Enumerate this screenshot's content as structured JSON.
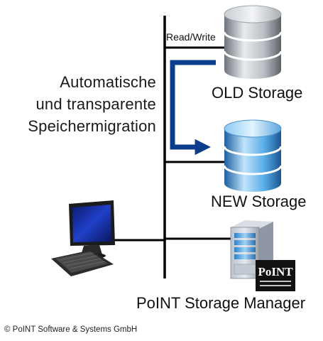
{
  "diagram": {
    "caption_lines": [
      "Automatische",
      "und transparente",
      "Speichermigration"
    ],
    "read_write_label": "Read/Write",
    "old_storage_label": "OLD Storage",
    "new_storage_label": "NEW Storage",
    "manager_label": "PoINT Storage Manager",
    "copyright": "© PoINT Software & Systems GmbH",
    "logo_text": "PoINT"
  },
  "colors": {
    "line": "#000000",
    "arrow": "#0a3e8c",
    "old_disk": "#9aa0a8",
    "new_disk": "#3b8fd4"
  }
}
